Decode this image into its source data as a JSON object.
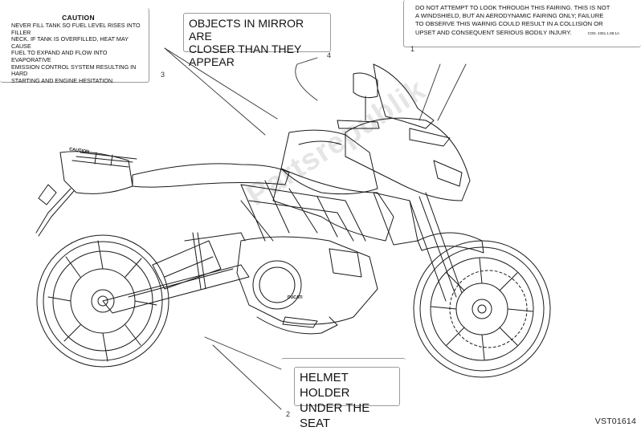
{
  "labels": {
    "label1": {
      "number": "1",
      "lines": [
        "DO NOT ATTEMPT TO LOOK THROUGH THIS FAIRING. THIS IS NOT",
        "A WINDSHIELD, BUT AN AERODYNAMIC FAIRING ONLY; FAILURE",
        "TO OBSERVE THIS WARNIG COULD RESULT IN A COLLISION OR",
        "UPSET AND CONSEQUENT SERIOUS BODILY INJURY."
      ],
      "code": "Cod. 4351.1.88.1A"
    },
    "label2": {
      "number": "2",
      "lines": [
        "HELMET HOLDER",
        "UNDER THE SEAT"
      ]
    },
    "label3": {
      "number": "3",
      "title": "CAUTION",
      "lines": [
        "NEVER FILL TANK SO FUEL LEVEL RISES INTO FILLER",
        "NECK. IF TANK IS OVERFILLED, HEAT MAY CAUSE",
        "FUEL TO EXPAND AND FLOW INTO EVAPORATIVE",
        "EMISSION CONTROL SYSTEM RESULTING IN HARD",
        "STARTING AND ENGINE HESITATION."
      ]
    },
    "label4": {
      "number": "4",
      "lines": [
        "OBJECTS IN MIRROR ARE",
        "CLOSER THAN THEY APPEAR"
      ]
    }
  },
  "tail_caution": "CAUTION",
  "watermark": "Partsrepublik",
  "engine_brand": "DUCATI",
  "reference": "VST01614"
}
